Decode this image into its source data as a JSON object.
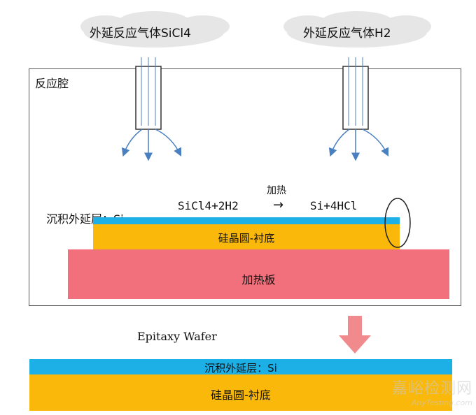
{
  "gas_left": "外延反应气体SiCl4",
  "gas_right": "外延反应气体H2",
  "chamber_label": "反应腔",
  "heat_label": "加热",
  "reaction_left": "SiCl4+2H2",
  "reaction_arrow": "→",
  "reaction_right": "Si+4HCl",
  "deposit_label": "沉积外延层：Si",
  "substrate_label": "硅晶圆-衬底",
  "heater_label": "加热板",
  "wafer_title": "Epitaxy Wafer",
  "result_epi_label": "沉积外延层：Si",
  "result_substrate_label": "硅晶圆-衬底",
  "watermark_cn": "嘉峪检测网",
  "watermark_en": "AnyTesting.com",
  "colors": {
    "epi_layer": "#1cb0e6",
    "substrate": "#f9b80a",
    "heater": "#f1707b",
    "arrow": "#f08a8c",
    "flow": "#4a7fc0"
  }
}
